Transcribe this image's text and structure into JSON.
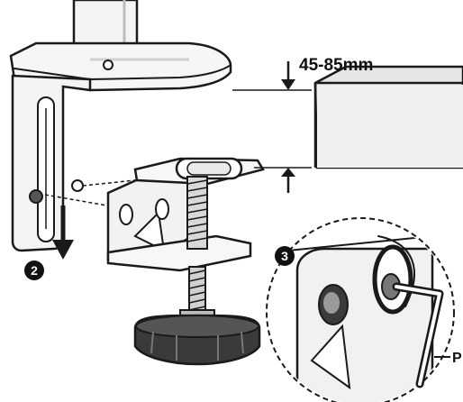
{
  "measurement": {
    "text": "45-85mm"
  },
  "steps": [
    {
      "number": "2"
    },
    {
      "number": "3"
    }
  ],
  "callout": {
    "text": "P"
  },
  "colors": {
    "ink": "#1a1a1a",
    "panel": "#f1f1f1",
    "desk": "#e6e6e6",
    "knob": "#3a3a3a"
  },
  "icons": {
    "direction_arrow": "arrow-down-icon",
    "insert_key": "allen-key-icon"
  }
}
